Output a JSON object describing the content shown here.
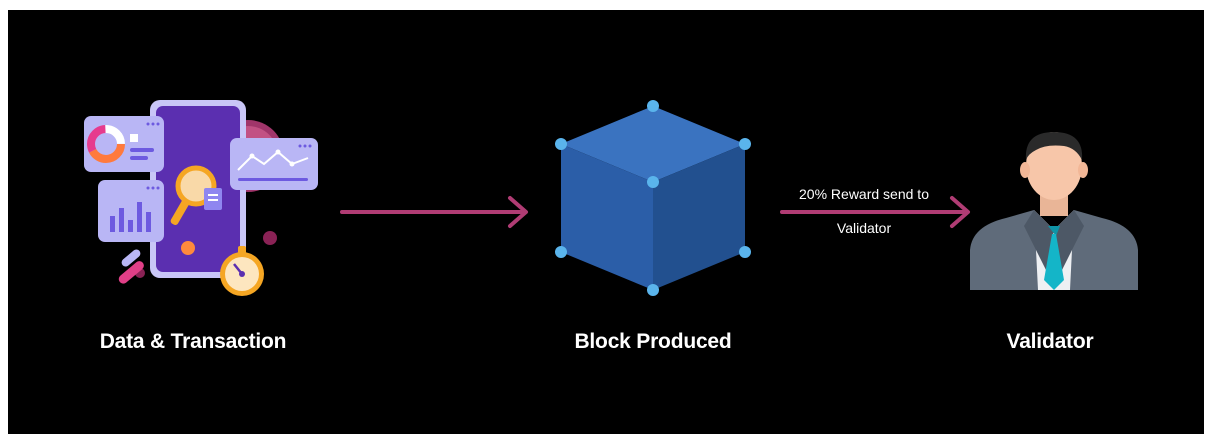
{
  "nodes": {
    "data_transaction": {
      "label": "Data & Transaction"
    },
    "block_produced": {
      "label": "Block Produced"
    },
    "validator": {
      "label": "Validator"
    }
  },
  "edges": {
    "to_block": {
      "label": ""
    },
    "to_validator": {
      "label_line1": "20% Reward send to",
      "label_line2": "Validator"
    }
  },
  "colors": {
    "background": "#000000",
    "arrow": "#b03c74",
    "cube_front": "#2b5ea8",
    "cube_top": "#3a73c0",
    "cube_right": "#22508f",
    "cube_vertex": "#5ab4ec",
    "panel": "#b9b6f5",
    "phone": "#5b2fb0",
    "suit": "#5f6b7a",
    "tie": "#14b5c8",
    "skin": "#f7c6a9",
    "hair": "#2a2a2a"
  },
  "icons": {
    "data_transaction": "analytics-phone-icon",
    "block_produced": "cube-icon",
    "validator": "businessman-icon"
  }
}
